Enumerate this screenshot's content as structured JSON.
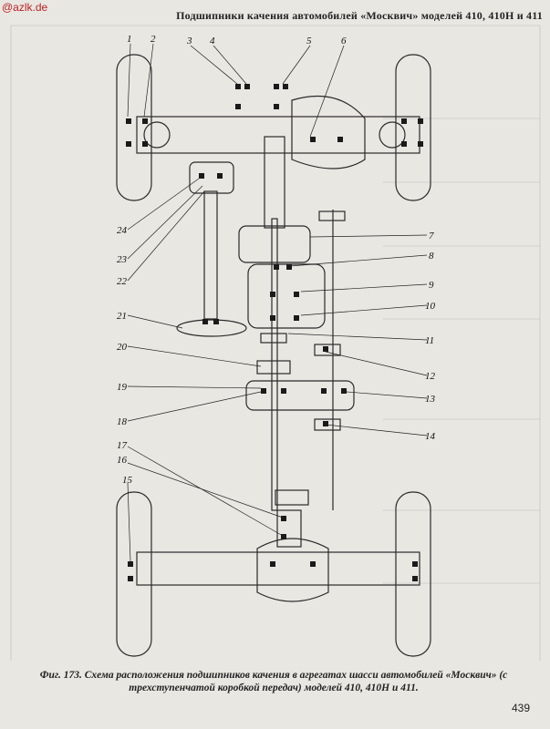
{
  "watermark": "@azlk.de",
  "header": "Подшипники качения автомобилей «Москвич» моделей 410, 410Н и 411",
  "caption": "Фиг. 173. Схема расположения подшипников качения в агрегатах шасси автомобилей «Москвич» (с трехступенчатой коробкой передач) моделей 410, 410Н и 411.",
  "page_number": "439",
  "callouts": [
    "1",
    "2",
    "3",
    "4",
    "5",
    "6",
    "7",
    "8",
    "9",
    "10",
    "11",
    "12",
    "13",
    "14",
    "15",
    "16",
    "17",
    "18",
    "19",
    "20",
    "21",
    "22",
    "23",
    "24"
  ]
}
